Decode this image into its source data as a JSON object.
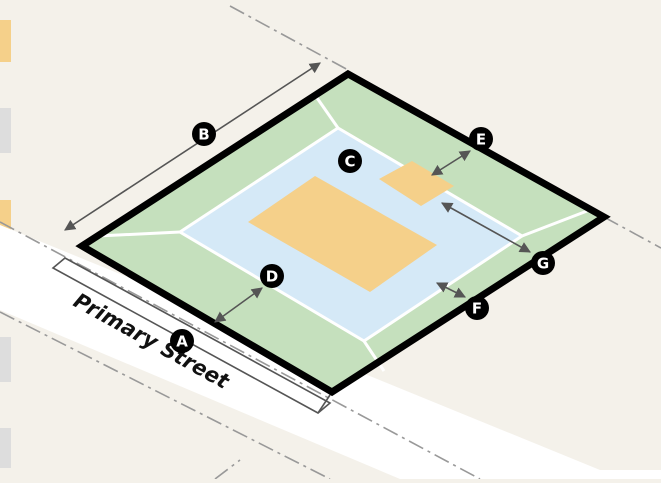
{
  "street": {
    "label": "Primary Street"
  },
  "markers": [
    {
      "id": "A",
      "label": "A",
      "meaning": ""
    },
    {
      "id": "B",
      "label": "B",
      "meaning": ""
    },
    {
      "id": "C",
      "label": "C",
      "meaning": ""
    },
    {
      "id": "D",
      "label": "D",
      "meaning": ""
    },
    {
      "id": "E",
      "label": "E",
      "meaning": ""
    },
    {
      "id": "F",
      "label": "F",
      "meaning": ""
    },
    {
      "id": "G",
      "label": "G",
      "meaning": ""
    }
  ],
  "colors": {
    "background": "#f4f1ea",
    "street": "#ffffff",
    "lot_outline": "#000000",
    "setback_green": "#c5e0bd",
    "buildable_blue": "#d5e9f7",
    "building_orange": "#f5d08a",
    "dimension_line": "#555555",
    "marker_fill": "#000000",
    "left_edge_tabs": [
      "#f5d08a",
      "#dddddd",
      "#f5d08a",
      "#dddddd",
      "#dddddd"
    ]
  }
}
